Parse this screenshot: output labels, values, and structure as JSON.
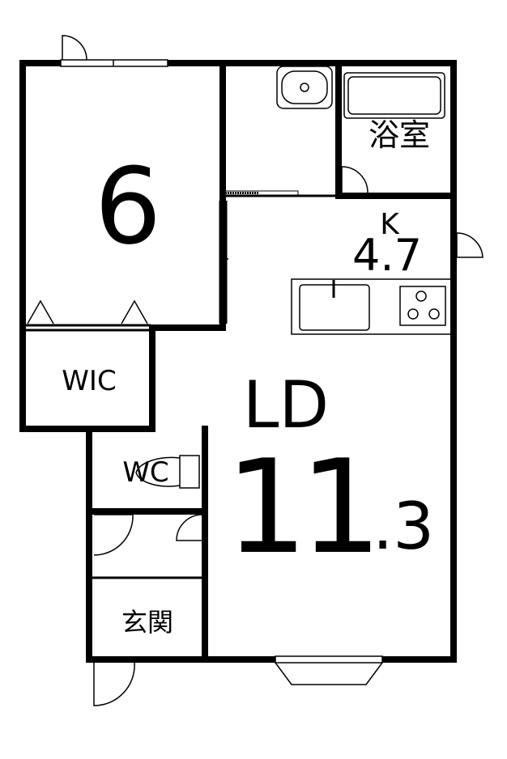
{
  "rooms": {
    "western_room": {
      "label": "6"
    },
    "walk_in_closet": {
      "label": "WIC"
    },
    "bath": {
      "label": "浴室"
    },
    "kitchen": {
      "prefix": "K",
      "size": "4.7"
    },
    "living_dining": {
      "prefix": "LD",
      "size_int": "11",
      "size_dec": ".3"
    },
    "toilet": {
      "label": "WC"
    },
    "entrance": {
      "label": "玄関"
    }
  }
}
